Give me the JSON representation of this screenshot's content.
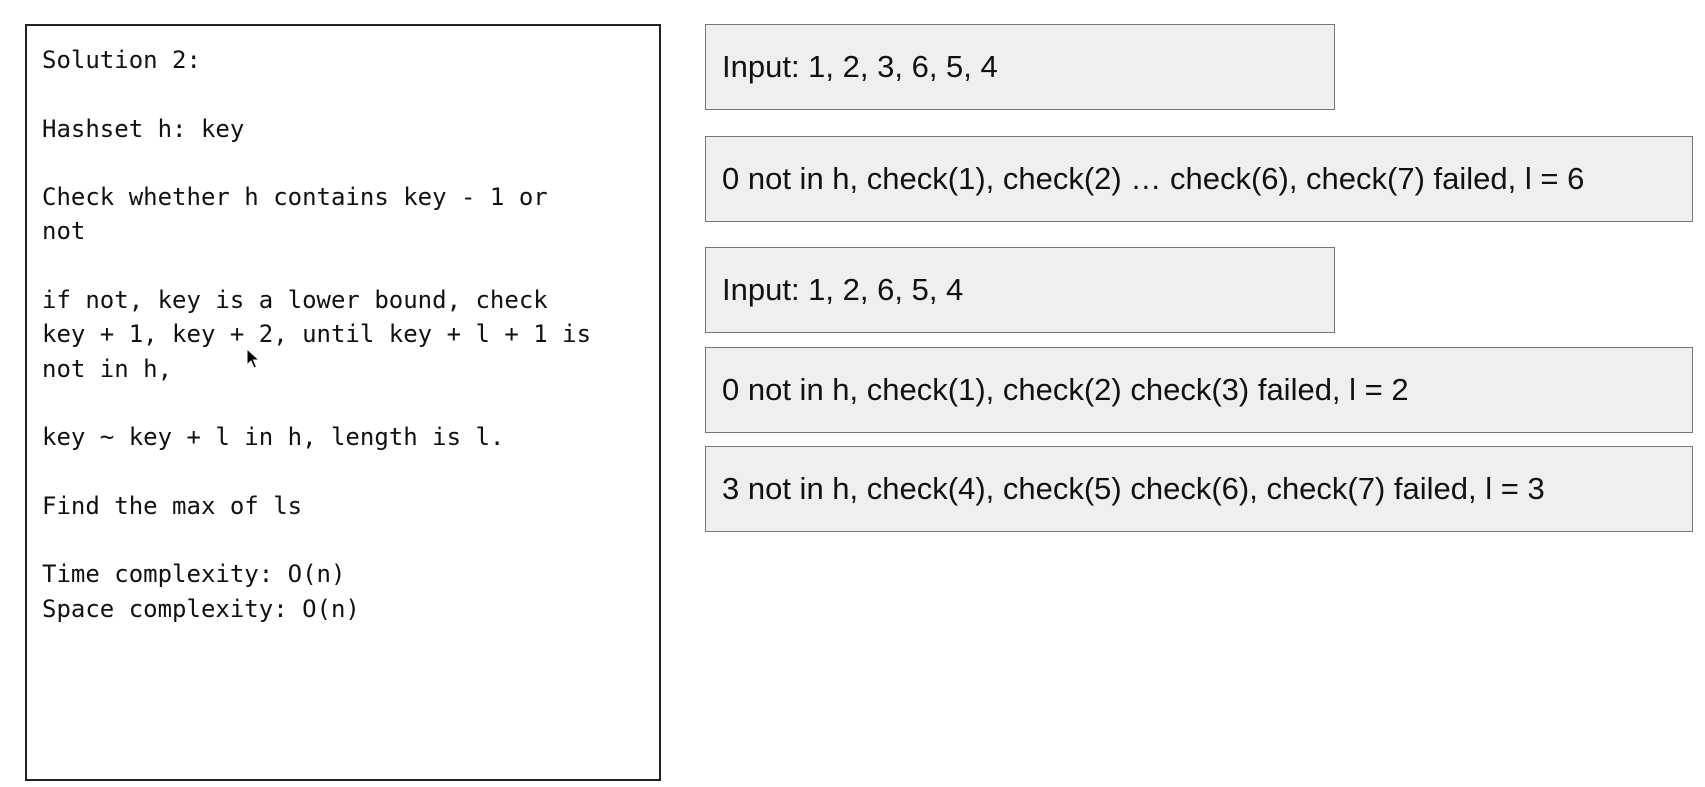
{
  "code_panel": {
    "text": "Solution 2:\n\nHashset h: key\n\nCheck whether h contains key - 1 or\nnot\n\nif not, key is a lower bound, check\nkey + 1, key + 2, until key + l + 1 is\nnot in h,\n\nkey ~ key + l in h, length is l.\n\nFind the max of ls\n\nTime complexity: O(n)\nSpace complexity: O(n)"
  },
  "examples": [
    {
      "text": "Input: 1, 2, 3, 6, 5, 4"
    },
    {
      "text": "0 not in h, check(1), check(2) … check(6), check(7) failed, l = 6"
    },
    {
      "text": "Input: 1, 2, 6, 5, 4"
    },
    {
      "text": "0 not in h, check(1), check(2) check(3) failed, l = 2"
    },
    {
      "text": "3 not in h, check(4), check(5) check(6), check(7) failed, l = 3"
    }
  ],
  "icons": {
    "cursor": "mouse-pointer-icon"
  }
}
